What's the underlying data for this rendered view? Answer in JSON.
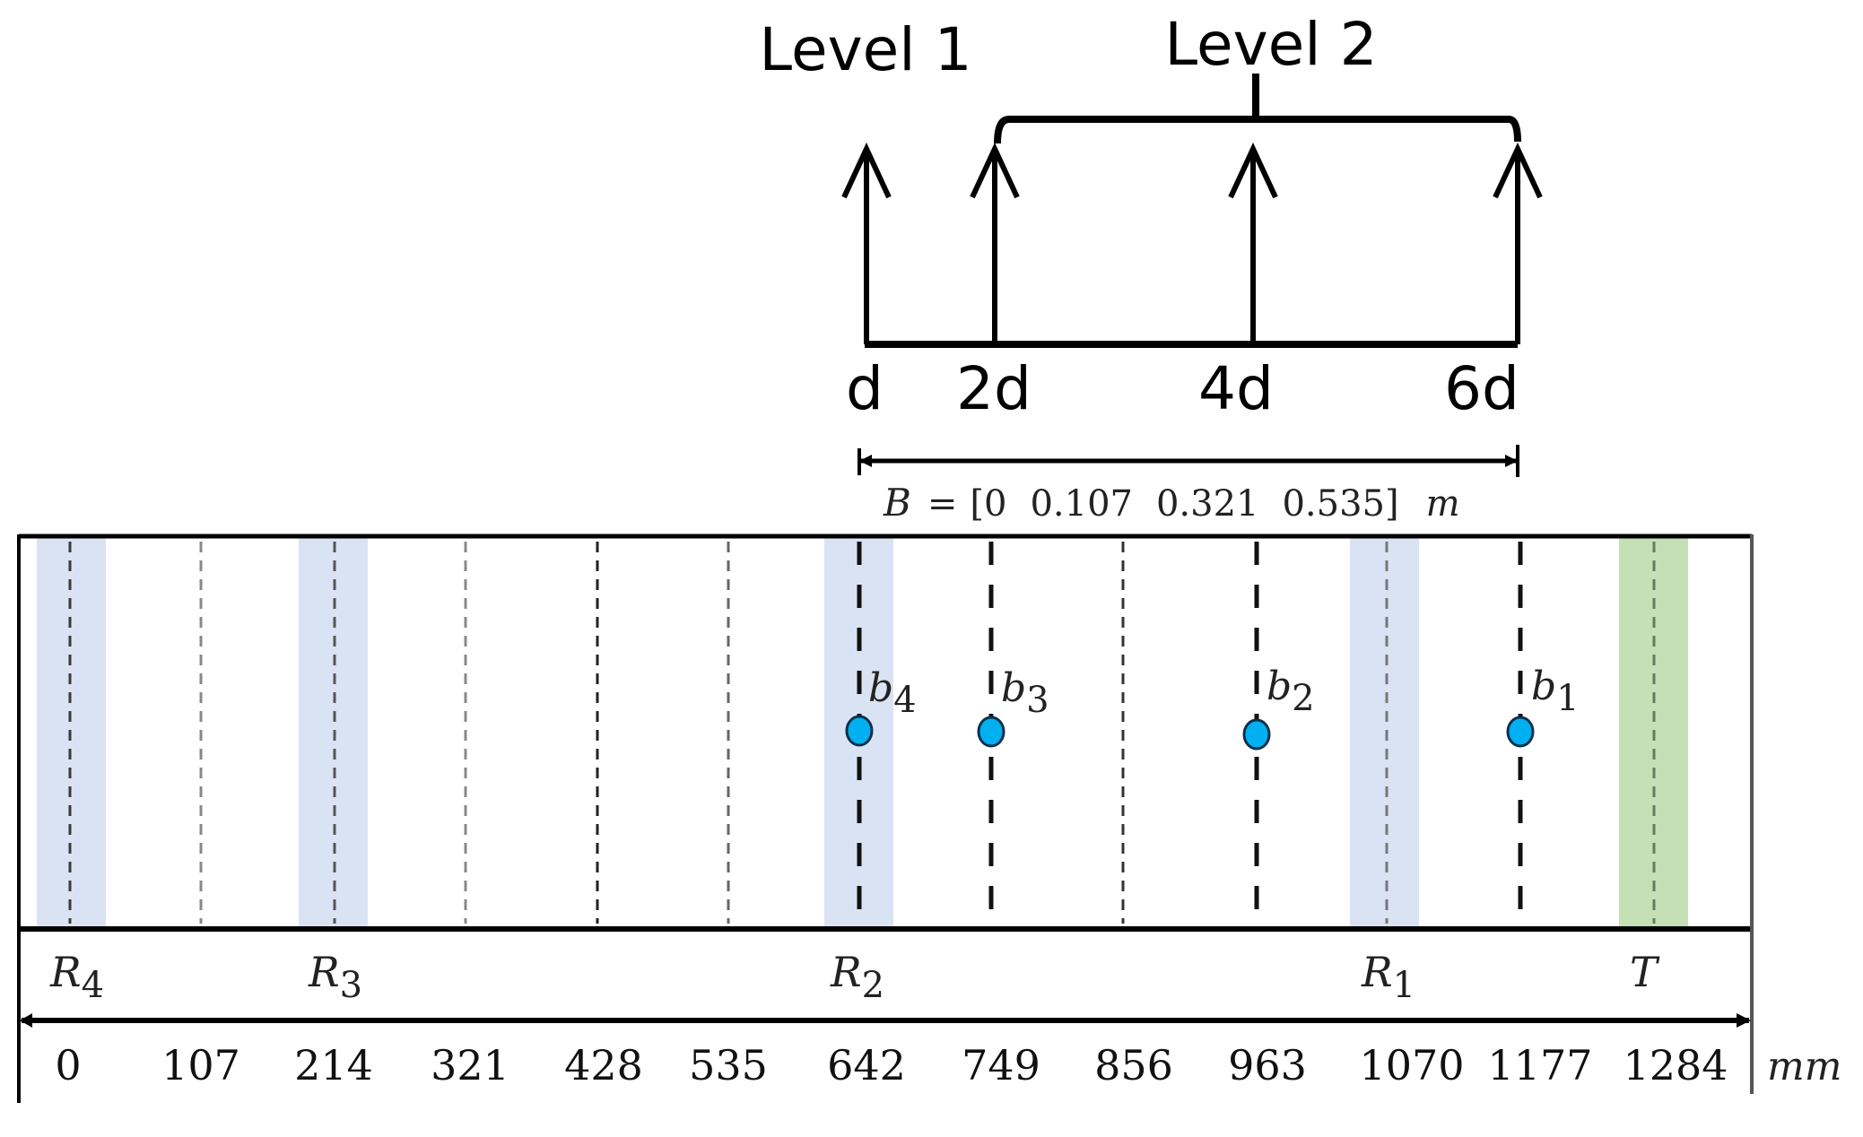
{
  "levels": {
    "level1": "Level 1",
    "level2": "Level 2"
  },
  "spacing_labels": [
    "d",
    "2d",
    "4d",
    "6d"
  ],
  "baseline_vector": {
    "symbol": "B",
    "equals": "=",
    "values": [
      "0",
      "0.107",
      "0.321",
      "0.535"
    ],
    "unit": "m"
  },
  "bands": [
    {
      "label": "R",
      "sub": "4",
      "color": "#dae3f3"
    },
    {
      "label": "R",
      "sub": "3",
      "color": "#dae3f3"
    },
    {
      "label": "R",
      "sub": "2",
      "color": "#dae3f3"
    },
    {
      "label": "R",
      "sub": "1",
      "color": "#dae3f3"
    },
    {
      "label": "T",
      "sub": "",
      "color": "#c5e0b4"
    }
  ],
  "points": [
    {
      "label": "b",
      "sub": "4"
    },
    {
      "label": "b",
      "sub": "3"
    },
    {
      "label": "b",
      "sub": "2"
    },
    {
      "label": "b",
      "sub": "1"
    }
  ],
  "point_color": "#00b0f0",
  "axis": {
    "ticks": [
      "0",
      "107",
      "214",
      "321",
      "428",
      "535",
      "642",
      "749",
      "856",
      "963",
      "1070",
      "1177",
      "1284"
    ],
    "unit": "mm"
  }
}
